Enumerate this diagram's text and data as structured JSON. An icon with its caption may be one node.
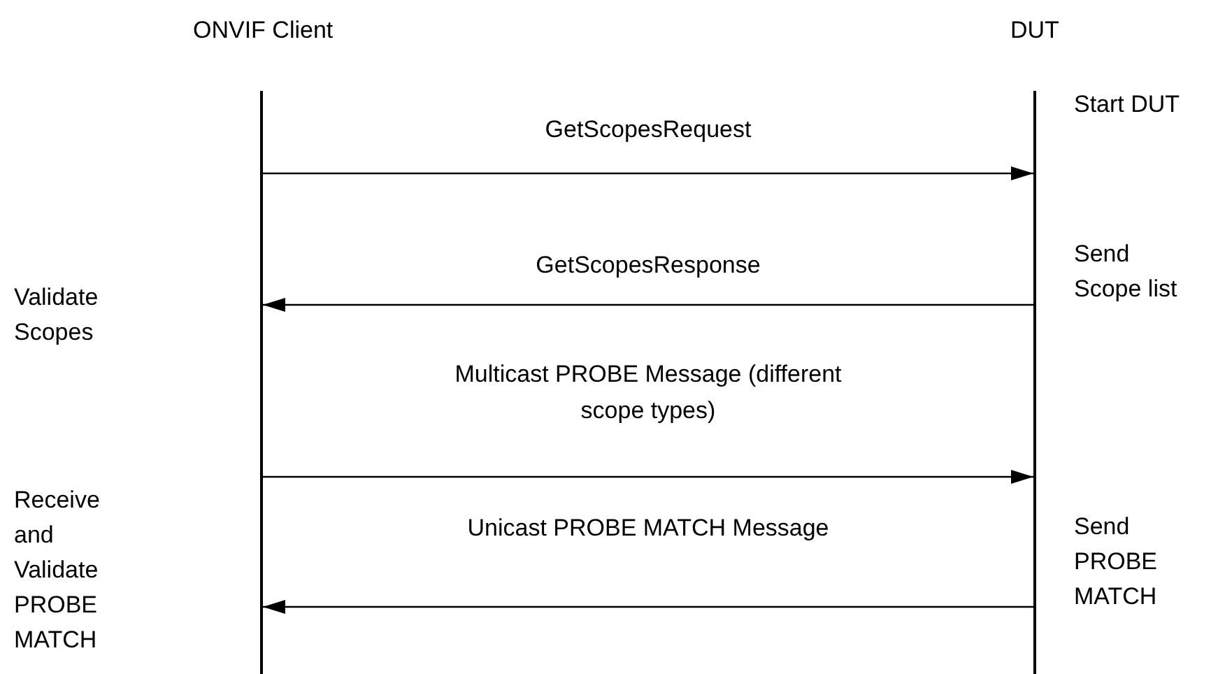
{
  "diagram": {
    "nodes": [
      {
        "text": [],
        "shape": "bar",
        "beside": [
          "ONVIF Client"
        ]
      },
      {
        "text": [],
        "shape": "bar",
        "beside": [
          "DUT"
        ]
      }
    ],
    "edges": [
      {
        "from": 0,
        "to": 1,
        "arrow": "to",
        "label": "GetScopesRequest"
      },
      {
        "from": 1,
        "to": 0,
        "arrow": "to",
        "label": "GetScopesResponse"
      },
      {
        "from": 0,
        "to": 1,
        "arrow": "to",
        "label": "Multicast PROBE Message (different scope types)"
      },
      {
        "from": 1,
        "to": 0,
        "arrow": "to",
        "label": "Unicast PROBE MATCH Message"
      }
    ],
    "labels": [
      "Start DUT",
      "Validate Scopes",
      "Send Scope list",
      "Receive and Validate PROBE MATCH",
      "Send PROBE MATCH"
    ]
  }
}
